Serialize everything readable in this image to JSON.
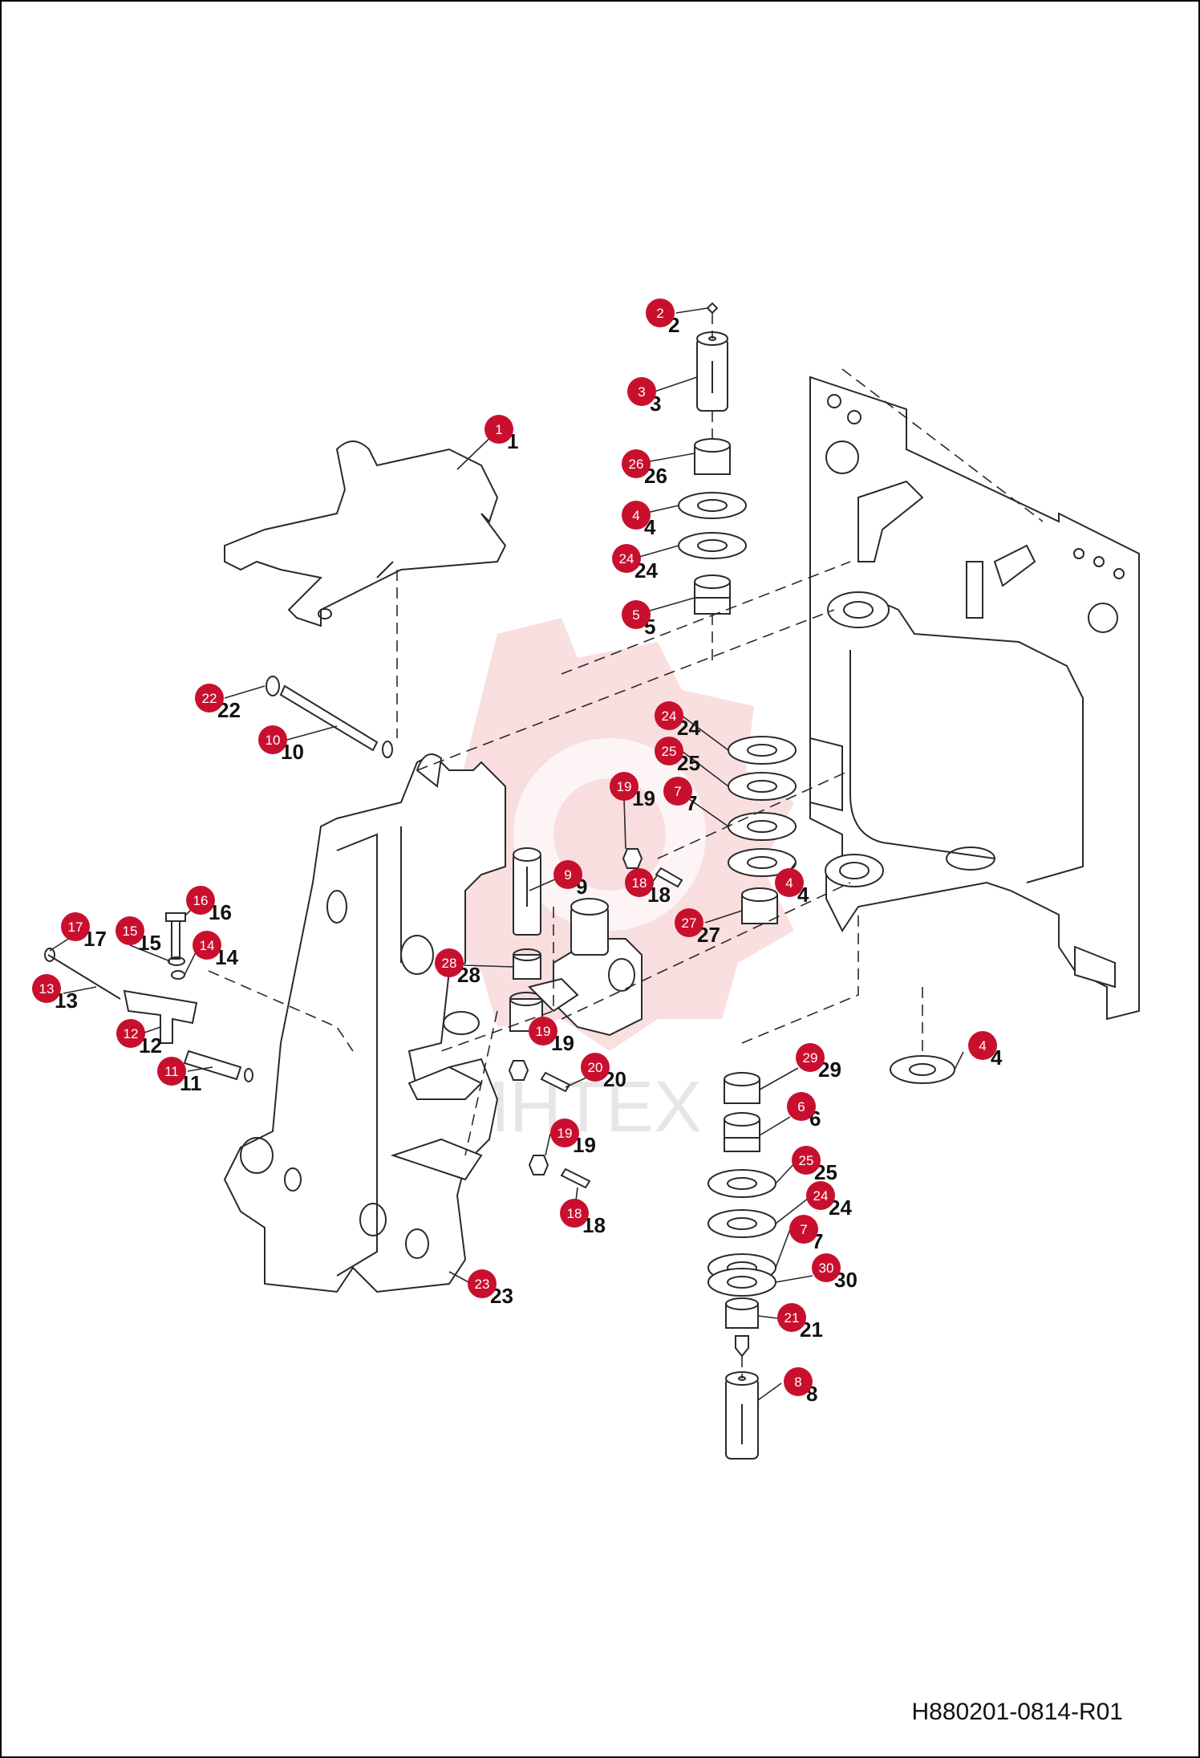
{
  "drawing_id": "H880201-0814-R01",
  "watermark_text": "MHTEX",
  "colors": {
    "callout": "#c8102e",
    "callout_text": "#ffffff",
    "line": "#2a2a2a",
    "watermark": "#f4c4c4"
  },
  "callouts": [
    {
      "id": "c1",
      "label": "1"
    },
    {
      "id": "c2",
      "label": "2"
    },
    {
      "id": "c3",
      "label": "3"
    },
    {
      "id": "c26",
      "label": "26"
    },
    {
      "id": "c4a",
      "label": "4"
    },
    {
      "id": "c24a",
      "label": "24"
    },
    {
      "id": "c5",
      "label": "5"
    },
    {
      "id": "c22",
      "label": "22"
    },
    {
      "id": "c10",
      "label": "10"
    },
    {
      "id": "c24b",
      "label": "24"
    },
    {
      "id": "c25a",
      "label": "25"
    },
    {
      "id": "c19a",
      "label": "19"
    },
    {
      "id": "c7a",
      "label": "7"
    },
    {
      "id": "c9",
      "label": "9"
    },
    {
      "id": "c18a",
      "label": "18"
    },
    {
      "id": "c4b",
      "label": "4"
    },
    {
      "id": "c27",
      "label": "27"
    },
    {
      "id": "c16",
      "label": "16"
    },
    {
      "id": "c17",
      "label": "17"
    },
    {
      "id": "c15",
      "label": "15"
    },
    {
      "id": "c14",
      "label": "14"
    },
    {
      "id": "c28",
      "label": "28"
    },
    {
      "id": "c13",
      "label": "13"
    },
    {
      "id": "c12",
      "label": "12"
    },
    {
      "id": "c19b",
      "label": "19"
    },
    {
      "id": "c11",
      "label": "11"
    },
    {
      "id": "c4c",
      "label": "4"
    },
    {
      "id": "c29",
      "label": "29"
    },
    {
      "id": "c20",
      "label": "20"
    },
    {
      "id": "c6",
      "label": "6"
    },
    {
      "id": "c19c",
      "label": "19"
    },
    {
      "id": "c25b",
      "label": "25"
    },
    {
      "id": "c24c",
      "label": "24"
    },
    {
      "id": "c18b",
      "label": "18"
    },
    {
      "id": "c7b",
      "label": "7"
    },
    {
      "id": "c30",
      "label": "30"
    },
    {
      "id": "c23",
      "label": "23"
    },
    {
      "id": "c21",
      "label": "21"
    },
    {
      "id": "c8",
      "label": "8"
    }
  ]
}
